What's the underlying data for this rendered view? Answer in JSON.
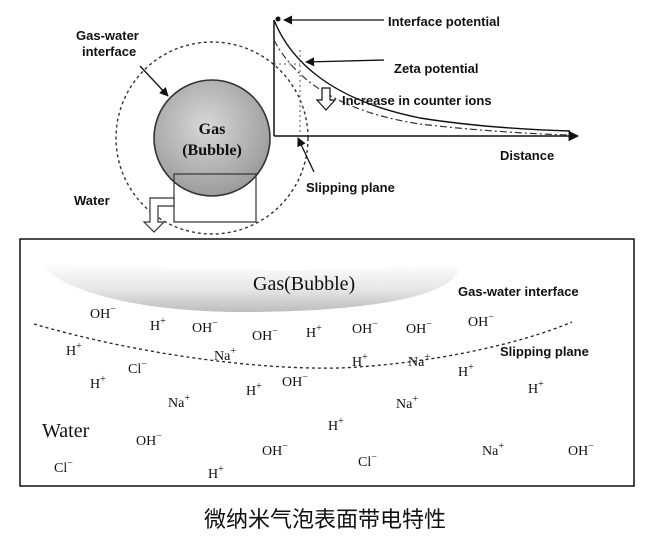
{
  "top": {
    "gas_water_interface_line1": "Gas-water",
    "gas_water_interface_line2": "interface",
    "bubble_line1": "Gas",
    "bubble_line2": "(Bubble)",
    "water": "Water",
    "interface_potential": "Interface potential",
    "zeta_potential": "Zeta potential",
    "increase_counter_ions": "Increase in counter ions",
    "distance": "Distance",
    "slipping_plane": "Slipping plane"
  },
  "bottom": {
    "bubble": "Gas(Bubble)",
    "gas_water_interface": "Gas-water interface",
    "slipping_plane": "Slipping plane",
    "water": "Water",
    "ions": [
      {
        "base": "OH",
        "sup": "−"
      },
      {
        "base": "H",
        "sup": "+"
      },
      {
        "base": "OH",
        "sup": "−"
      },
      {
        "base": "OH",
        "sup": "−"
      },
      {
        "base": "H",
        "sup": "+"
      },
      {
        "base": "OH",
        "sup": "−"
      },
      {
        "base": "OH",
        "sup": "−"
      },
      {
        "base": "OH",
        "sup": "−"
      },
      {
        "base": "H",
        "sup": "+"
      },
      {
        "base": "Cl",
        "sup": "−"
      },
      {
        "base": "Na",
        "sup": "+"
      },
      {
        "base": "H",
        "sup": "+"
      },
      {
        "base": "Na",
        "sup": "+"
      },
      {
        "base": "H",
        "sup": "+"
      },
      {
        "base": "H",
        "sup": "+"
      },
      {
        "base": "Na",
        "sup": "+"
      },
      {
        "base": "H",
        "sup": "+"
      },
      {
        "base": "OH",
        "sup": "−"
      },
      {
        "base": "Na",
        "sup": "+"
      },
      {
        "base": "H",
        "sup": "+"
      },
      {
        "base": "OH",
        "sup": "−"
      },
      {
        "base": "OH",
        "sup": "−"
      },
      {
        "base": "Cl",
        "sup": "−"
      },
      {
        "base": "Cl",
        "sup": "−"
      },
      {
        "base": "H",
        "sup": "+"
      },
      {
        "base": "Na",
        "sup": "+"
      },
      {
        "base": "OH",
        "sup": "−"
      },
      {
        "base": "H",
        "sup": "+"
      }
    ]
  },
  "caption": "微纳米气泡表面带电特性"
}
